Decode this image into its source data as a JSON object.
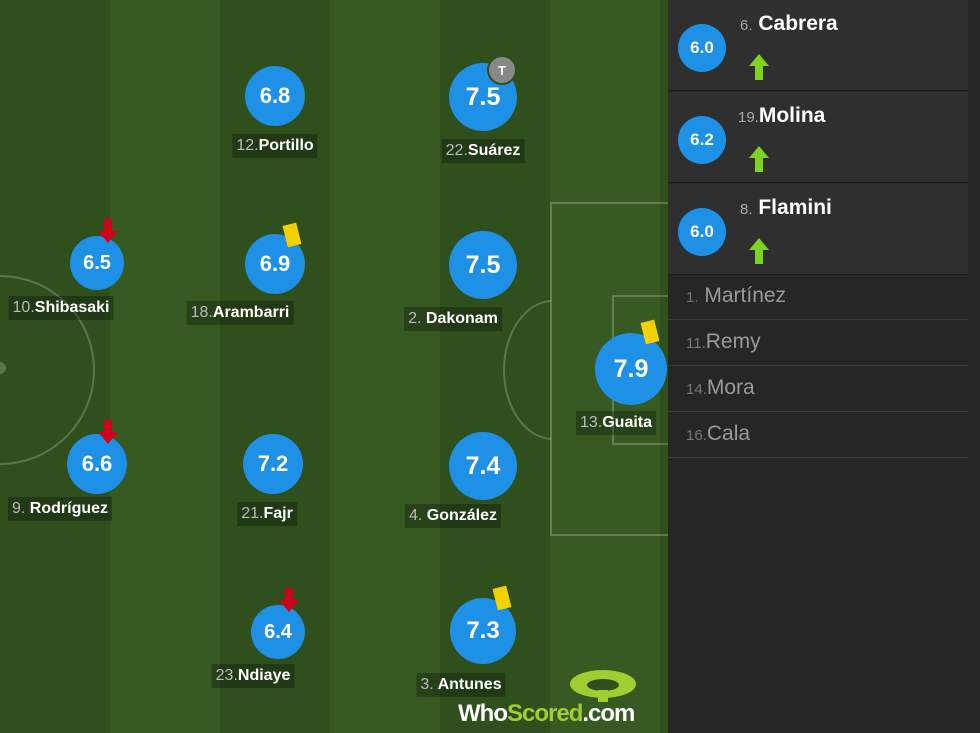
{
  "pitch": {
    "players": [
      {
        "number": "12.",
        "name": "Portillo",
        "rating": "6.8",
        "events": []
      },
      {
        "number": "22.",
        "name": "Suárez",
        "rating": "7.5",
        "events": [
          "captain"
        ],
        "captain_label": "T"
      },
      {
        "number": "10.",
        "name": "Shibasaki",
        "rating": "6.5",
        "events": [
          "subbed-off"
        ]
      },
      {
        "number": "18.",
        "name": "Arambarri",
        "rating": "6.9",
        "events": [
          "yellow-card"
        ]
      },
      {
        "number": "2.",
        "name": "Dakonam",
        "rating": "7.5",
        "events": []
      },
      {
        "number": "13.",
        "name": "Guaita",
        "rating": "7.9",
        "events": [
          "yellow-card"
        ]
      },
      {
        "number": "9.",
        "name": "Rodríguez",
        "rating": "6.6",
        "events": [
          "subbed-off"
        ]
      },
      {
        "number": "21.",
        "name": "Fajr",
        "rating": "7.2",
        "events": []
      },
      {
        "number": "4.",
        "name": "González",
        "rating": "7.4",
        "events": []
      },
      {
        "number": "23.",
        "name": "Ndiaye",
        "rating": "6.4",
        "events": [
          "subbed-off"
        ]
      },
      {
        "number": "3.",
        "name": "Antunes",
        "rating": "7.3",
        "events": [
          "yellow-card"
        ]
      }
    ]
  },
  "logo": {
    "text_who": "Who",
    "text_scored": "Scored",
    "text_dotcom": ".com"
  },
  "bench": {
    "substitutes": [
      {
        "number": "6.",
        "name": "Cabrera",
        "rating": "6.0",
        "event": "subbed-on"
      },
      {
        "number": "19.",
        "name": "Molina",
        "rating": "6.2",
        "event": "subbed-on"
      },
      {
        "number": "8.",
        "name": "Flamini",
        "rating": "6.0",
        "event": "subbed-on"
      }
    ],
    "unused": [
      {
        "number": "1.",
        "name": "Martínez"
      },
      {
        "number": "11.",
        "name": "Remy"
      },
      {
        "number": "14.",
        "name": "Mora"
      },
      {
        "number": "16.",
        "name": "Cala"
      }
    ]
  },
  "colors": {
    "rating_bubble": "#1e90e6",
    "yellow_card": "#f3d100",
    "sub_off_arrow": "#d0021b",
    "sub_on_arrow": "#7ed321",
    "captain_badge": "#888888"
  }
}
